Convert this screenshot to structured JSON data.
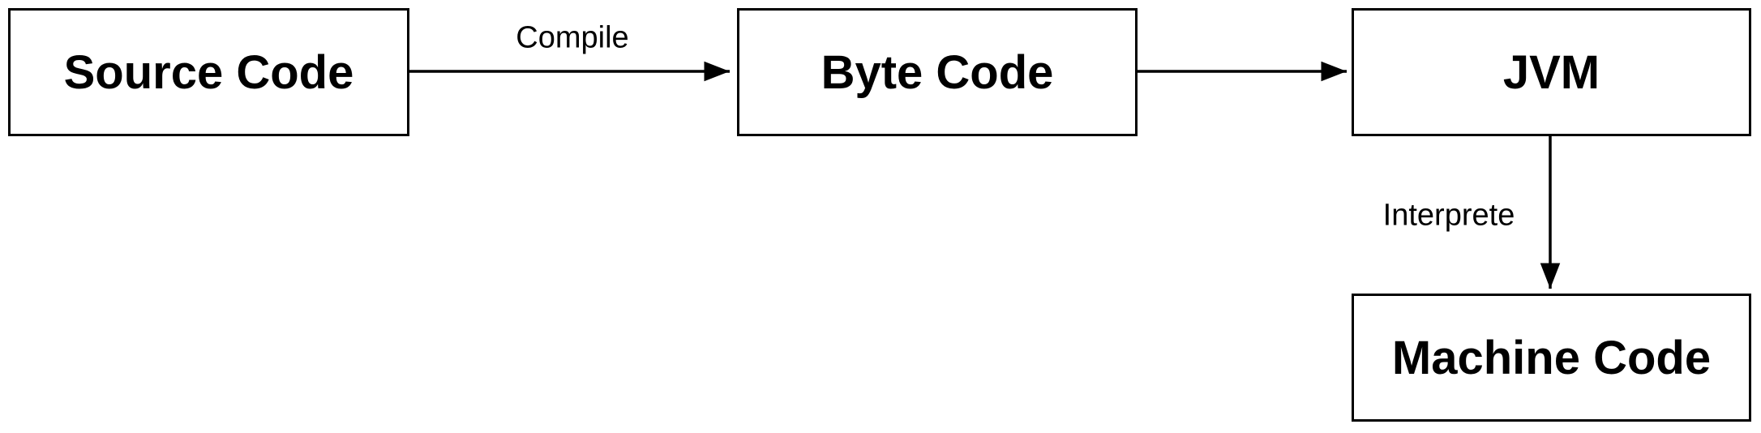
{
  "nodes": {
    "source_code": "Source Code",
    "byte_code": "Byte Code",
    "jvm": "JVM",
    "machine_code": "Machine Code"
  },
  "edges": {
    "compile": "Compile",
    "interprete": "Interprete"
  },
  "colors": {
    "stroke": "#000000",
    "background": "#ffffff"
  }
}
